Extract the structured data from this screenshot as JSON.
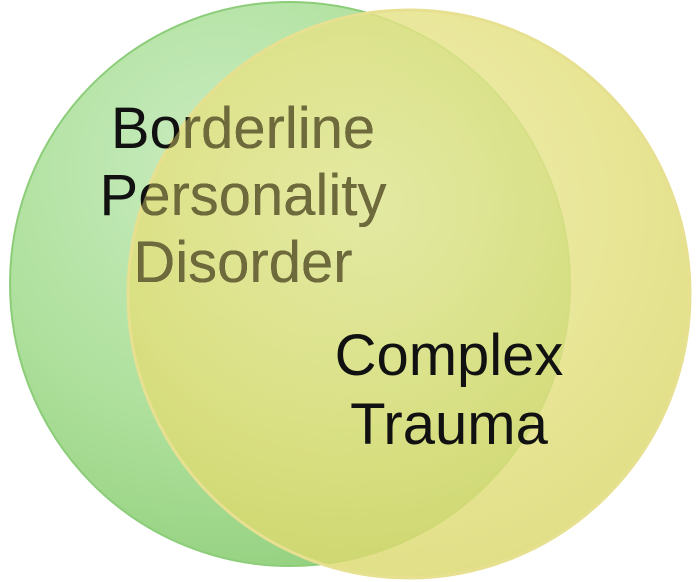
{
  "diagram": {
    "type": "venn",
    "sets": [
      {
        "label_lines": [
          "Borderline",
          "Personality",
          "Disorder"
        ],
        "fill_color": "#a6de93",
        "edge_color": "#8ccd7a",
        "text_color": "#111111"
      },
      {
        "label_lines": [
          "Complex",
          "Trauma"
        ],
        "fill_color": "#dedd70",
        "edge_color": "#e6e090",
        "text_color": "#111111"
      }
    ],
    "overlap_text_color": "#6e6a3c"
  }
}
